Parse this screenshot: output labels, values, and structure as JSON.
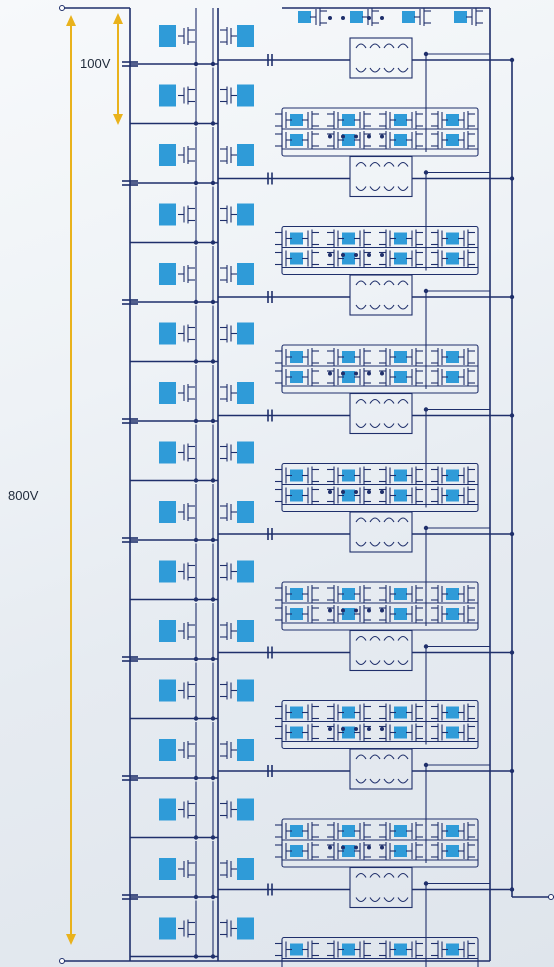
{
  "labels": {
    "voltage_cell": "100V",
    "voltage_total": "800V"
  },
  "colors": {
    "wire": "#1f2f6b",
    "chip": "#2f9bd8",
    "arrow": "#e9b21c"
  },
  "structure": {
    "left_switch_rows": 16,
    "right_clusters": 8
  }
}
